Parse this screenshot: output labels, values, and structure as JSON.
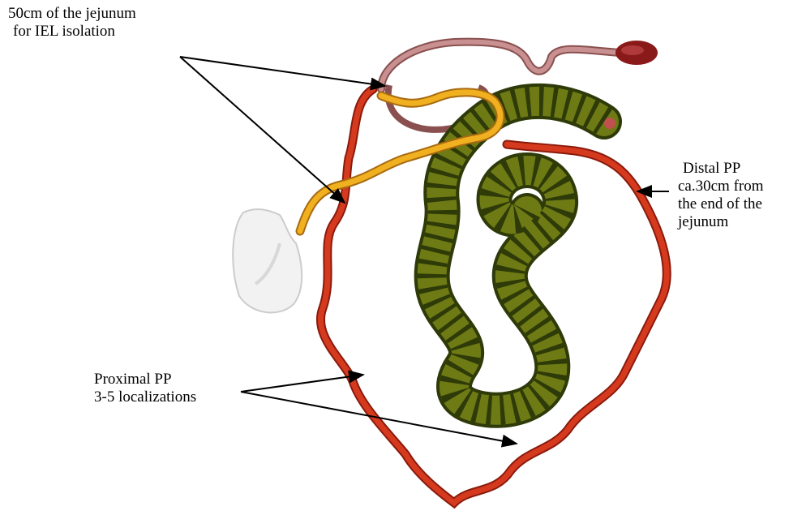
{
  "annotations": {
    "jejunum_line1": "50cm of the jejunum",
    "jejunum_line2": "for IEL isolation",
    "distal_line1": "Distal PP",
    "distal_line2": "ca.30cm  from",
    "distal_line3": "the end of the",
    "distal_line4": "jejunum",
    "proximal_line1": "Proximal PP",
    "proximal_line2": "3-5 localizations"
  },
  "colors": {
    "small_intestine": "#d63a1e",
    "jejunum_segment": "#f0b020",
    "large_intestine": "#6e7a14",
    "colon_stripe": "#2e3a08",
    "stomach": "#f2f2f2",
    "rectum": "#8a1a1a",
    "duodenum_pink": "#c89090"
  }
}
